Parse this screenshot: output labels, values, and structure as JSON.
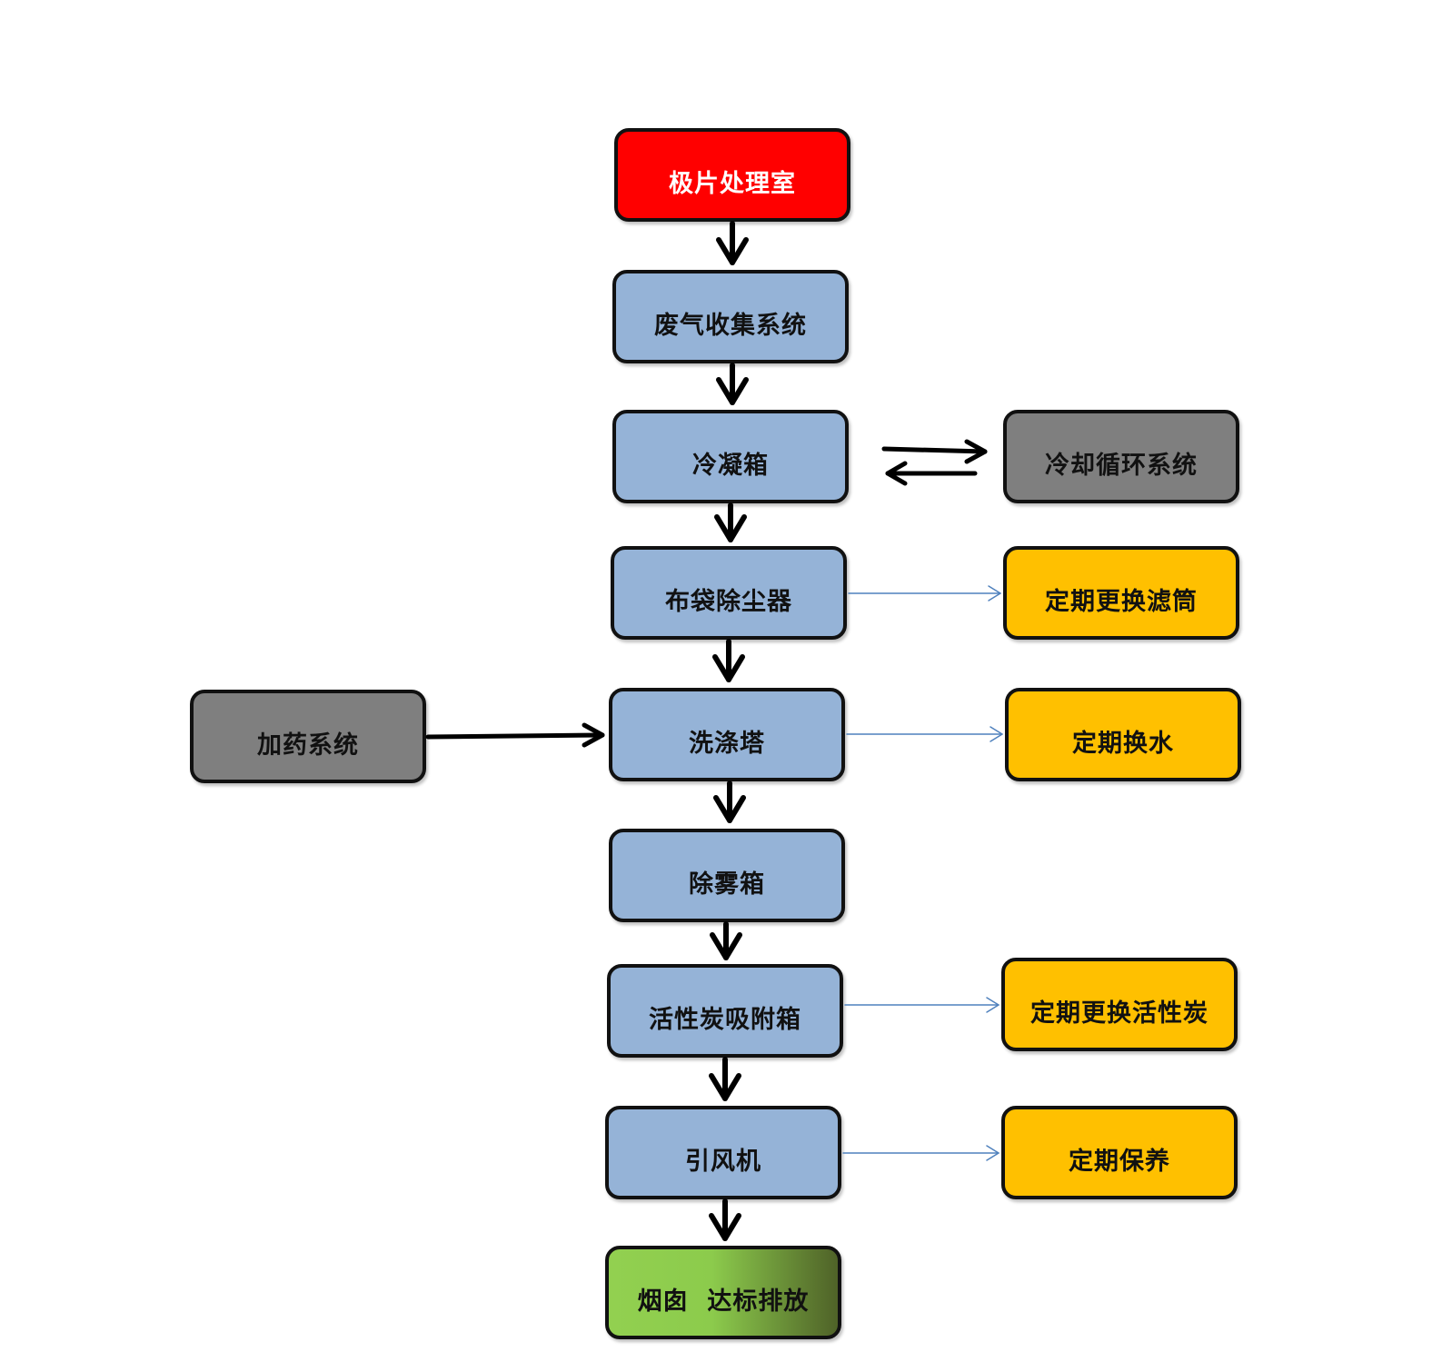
{
  "nodes": {
    "electrode_room": "极片处理室",
    "exhaust_collection": "废气收集系统",
    "condenser_box": "冷凝箱",
    "cooling_cycle": "冷却循环系统",
    "bag_filter": "布袋除尘器",
    "replace_filter": "定期更换滤筒",
    "dosing_system": "加药系统",
    "scrubber_tower": "洗涤塔",
    "replace_water": "定期换水",
    "demister_box": "除雾箱",
    "carbon_adsorber": "活性炭吸附箱",
    "replace_carbon": "定期更换活性炭",
    "induced_fan": "引风机",
    "maintenance": "定期保养",
    "chimney": "烟囱  达标排放"
  },
  "colors": {
    "main": "#95b3d7",
    "start": "#ff0000",
    "side_gray": "#7f7f7f",
    "maintenance_yellow": "#ffc000",
    "end_green": "#92d050",
    "thin_arrow": "#4f81bd"
  }
}
